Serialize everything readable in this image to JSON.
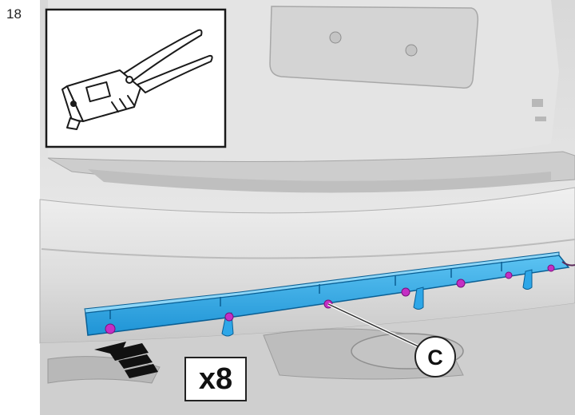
{
  "step_number": "18",
  "tool_icon": "rivet-gun-icon",
  "quantity_label": "x8",
  "callout_label": "C",
  "colors": {
    "highlight_part": "#2ea7e8",
    "fastener": "#c42fc4",
    "vehicle_body": "#e2e2e2"
  }
}
